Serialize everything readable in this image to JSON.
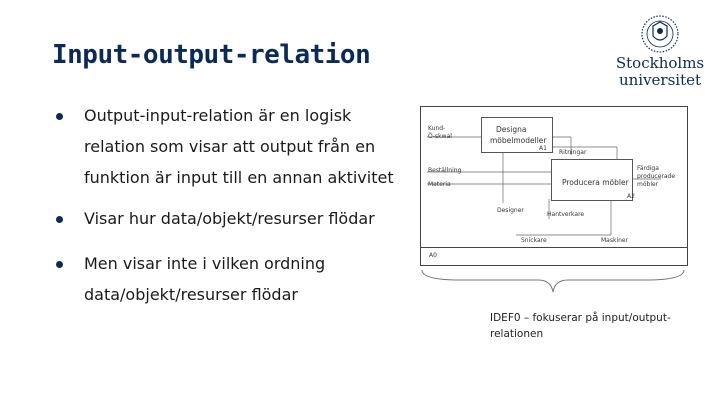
{
  "slide": {
    "title": "Input-output-relation"
  },
  "logo": {
    "line1": "Stockholms",
    "line2": "universitet"
  },
  "bullets": [
    "Output-input-relation är en logisk relation som visar att output från en funktion är input till en annan aktivitet",
    "Visar hur data/objekt/resurser flödar",
    "Men visar inte i vilken ordning data/objekt/resurser flödar"
  ],
  "diagram": {
    "labels": {
      "kund": "Kund-",
      "orskwal": "Ö-skwal",
      "designa": "Designa",
      "mobelmodeller": "möbelmodeller",
      "a1": "A1",
      "ritningar": "Ritningar",
      "bestallning": "Beställning",
      "material": "Materia",
      "producera": "Producera möbler",
      "fardiga": "Färdiga",
      "producerade": "producerade",
      "mobler": "möbler",
      "a2": "A2",
      "designer": "Designer",
      "hantverkare": "Hantverkare",
      "snickare": "Snickare",
      "maskiner": "Maskiner",
      "a0": "A0"
    }
  },
  "caption": "IDEF0 – fokuserar på input/output-relationen"
}
